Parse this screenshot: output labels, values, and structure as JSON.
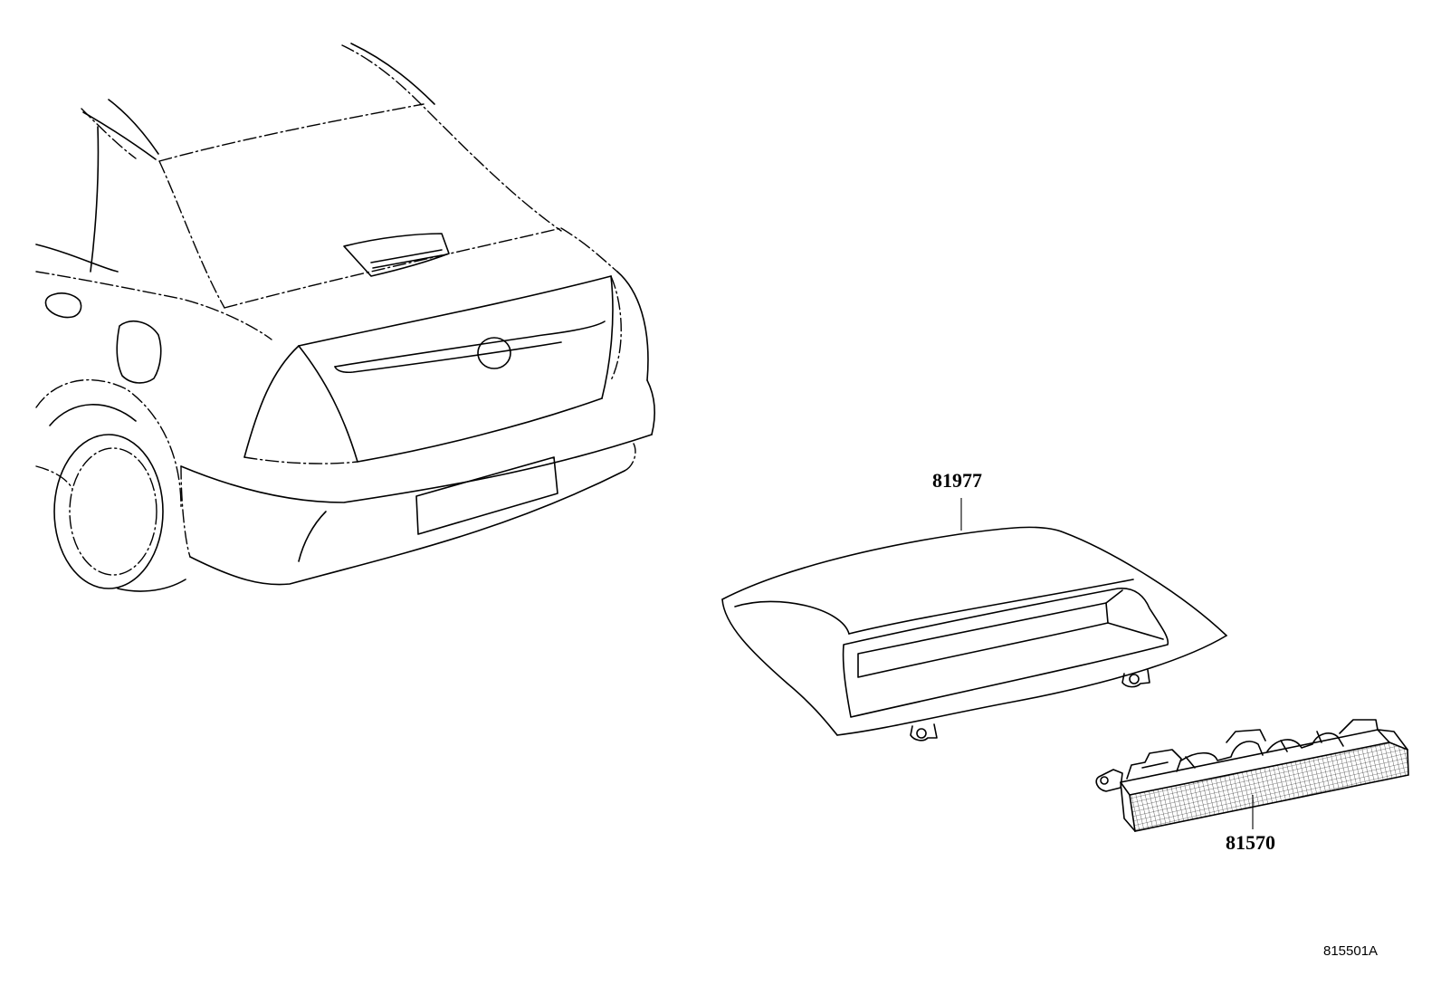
{
  "diagram": {
    "parts": [
      {
        "number": "81977",
        "icon": "stop-lamp-cover-icon"
      },
      {
        "number": "81570",
        "icon": "high-mount-stop-lamp-icon"
      }
    ],
    "vehicle_icon": "car-rear-view-icon",
    "illustration_code": "815501A"
  }
}
